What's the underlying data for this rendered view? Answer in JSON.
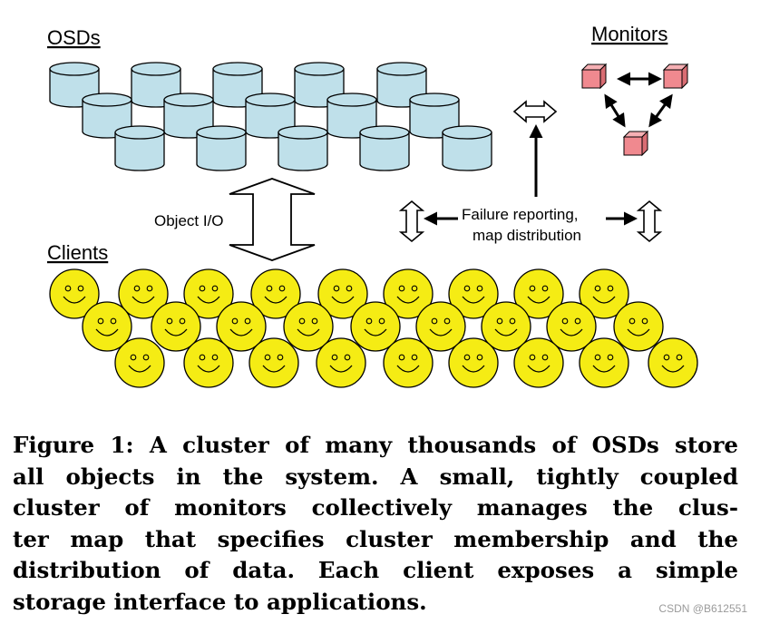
{
  "labels": {
    "osds": "OSDs",
    "monitors": "Monitors",
    "clients": "Clients",
    "object_io": "Object I/O",
    "failure_line1": "Failure reporting,",
    "failure_line2": "map distribution"
  },
  "caption": {
    "lines": [
      "Figure 1: A cluster of many thousands of OSDs store",
      "all objects in the system. A small, tightly coupled",
      "cluster of monitors collectively manages the clus-",
      "ter map that specifies cluster membership and the",
      "distribution of data. Each client exposes a simple",
      "storage interface to applications."
    ]
  },
  "watermark": "CSDN @B612551",
  "colors": {
    "osd_fill": "#bfe0ea",
    "monitor_fill": "#f0898f",
    "client_fill": "#f5ec14"
  },
  "icons": {
    "osd": "cylinder-disk-icon",
    "monitor": "cube-icon",
    "client": "smiley-face-icon"
  }
}
